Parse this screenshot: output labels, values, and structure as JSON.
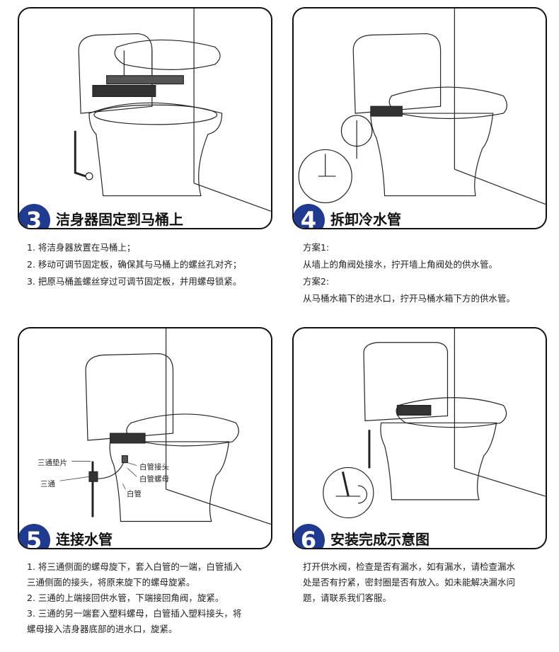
{
  "steps": [
    {
      "number": "3",
      "title": "洁身器固定到马桶上",
      "lines": [
        "1. 将洁身器放置在马桶上；",
        "2. 移动可调节固定板，确保其与马桶上的螺丝孔对齐；",
        "3. 把原马桶盖螺丝穿过可调节固定板，并用螺母锁紧。"
      ]
    },
    {
      "number": "4",
      "title": "拆卸冷水管",
      "lines": [
        "方案1:",
        "从墙上的角阀处接水，拧开墙上角阀处的供水管。",
        "方案2:",
        "从马桶水箱下的进水口，拧开马桶水箱下方的供水管。"
      ]
    },
    {
      "number": "5",
      "title": "连接水管",
      "callouts": [
        "三通垫片",
        "三通",
        "白管接头",
        "白管螺母",
        "白管"
      ],
      "lines": [
        "1. 将三通侧面的螺母旋下，套入白管的一端，白管插入",
        "三通侧面的接头，将原来旋下的螺母旋紧。",
        "2. 三通的上端接回供水管，下端接回角阀，旋紧。",
        "3. 三通的另一端套入塑料螺母，白管插入塑料接头，将",
        "螺母接入洁身器底部的进水口，旋紧。"
      ]
    },
    {
      "number": "6",
      "title": "安装完成示意图",
      "lines": [
        "打开供水阀，检查是否有漏水，如有漏水，请检查漏水",
        "处是否有拧紧，密封圈是否有放入。如未能解决漏水问",
        "题，请联系我们客服。"
      ]
    }
  ],
  "colors": {
    "badge": "#1f3a8f"
  }
}
